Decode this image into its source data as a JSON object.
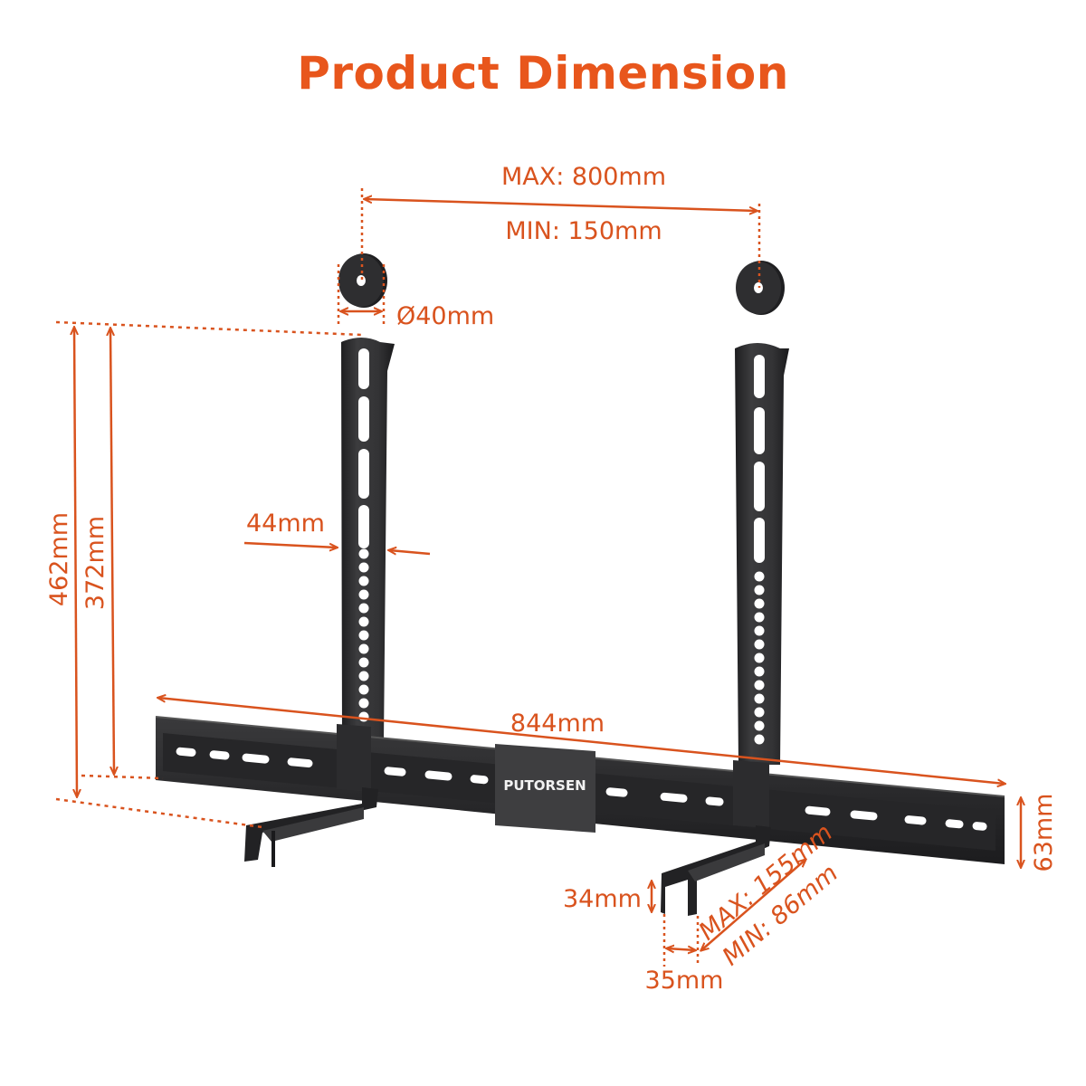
{
  "title": "Product Dimension",
  "colors": {
    "accent": "#e8561c",
    "annotation": "#d9531e",
    "metal": "#2b2b2d",
    "metal_light": "#4a4a4c",
    "background": "#ffffff"
  },
  "brand": "PUTORSEN",
  "dimensions": {
    "vesa_max": "MAX: 800mm",
    "vesa_min": "MIN: 150mm",
    "spacer_diameter": "Ø40mm",
    "total_height": "462mm",
    "bracket_height": "372mm",
    "bracket_width": "44mm",
    "bar_length": "844mm",
    "bar_height": "63mm",
    "shelf_lip": "34mm",
    "shelf_gap": "35mm",
    "shelf_max_depth": "MAX: 155mm",
    "shelf_min_depth": "MIN: 86mm"
  }
}
